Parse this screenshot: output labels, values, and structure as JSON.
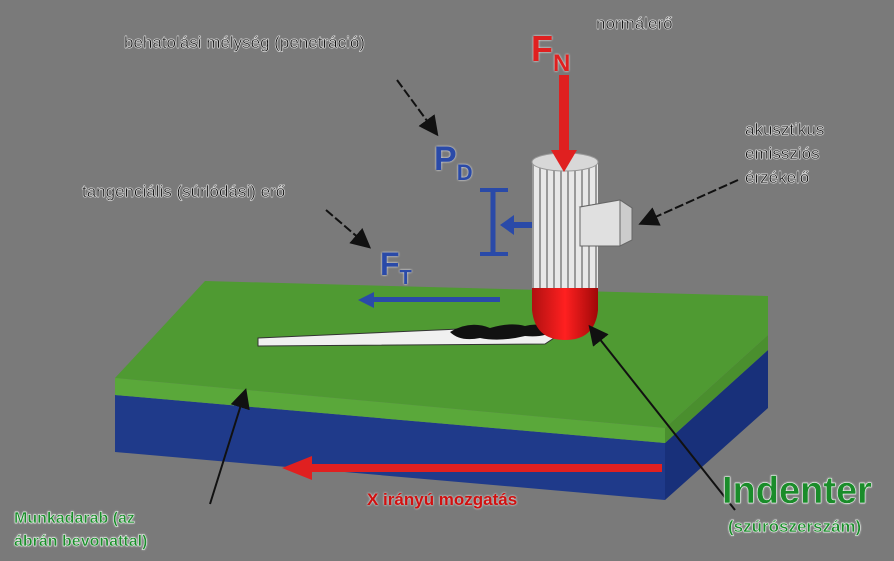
{
  "labels": {
    "normal_force": "normálerő",
    "penetration": "behatolási mélység (penetráció)",
    "acoustic_l1": "akusztikus",
    "acoustic_l2": "emissziós",
    "acoustic_l3": "érzékelő",
    "tangential": "tangenciális (súrlódási) erő",
    "workpiece_l1": "Munkadarab (az",
    "workpiece_l2": "ábrán bevonattal)",
    "x_motion": "X irányú mozgatás",
    "indenter": "Indenter",
    "indenter_sub": "(szúrószerszám)"
  },
  "symbols": {
    "fn_main": "F",
    "fn_sub": "N",
    "pd_main": "P",
    "pd_sub": "D",
    "ft_main": "F",
    "ft_sub": "T"
  },
  "colors": {
    "background": "#7a7a7a",
    "coating_top": "#4f9a32",
    "substrate": "#1f3a8a",
    "force_red": "#e02020",
    "force_blue": "#2a4aa8",
    "label_green": "#1a8c2a"
  }
}
